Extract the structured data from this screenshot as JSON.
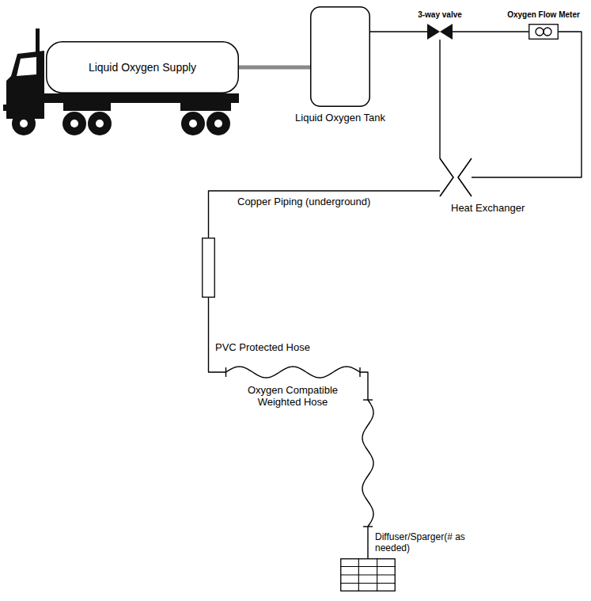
{
  "diagram": {
    "nodes": [
      {
        "text": [
          "Liquid Oxygen Supply"
        ]
      },
      {
        "text": [
          "Liquid Oxygen Tank"
        ]
      },
      {
        "text": [
          "3-way valve"
        ]
      },
      {
        "text": [
          "Oxygen Flow Meter"
        ]
      },
      {
        "text": [
          "Heat Exchanger"
        ]
      },
      {
        "text": [
          "PVC Protected Hose"
        ]
      },
      {
        "text": [
          "Diffuser/Sparger(# as needed)"
        ]
      }
    ],
    "edges": [
      {
        "from": 0,
        "to": 1,
        "arrow": "none"
      },
      {
        "from": 1,
        "to": 2,
        "arrow": "none"
      },
      {
        "from": 2,
        "to": 3,
        "arrow": "none"
      },
      {
        "from": 3,
        "to": 4,
        "arrow": "none"
      },
      {
        "from": 2,
        "to": 4,
        "arrow": "none"
      },
      {
        "from": 4,
        "to": 5,
        "label": "Copper Piping (underground)",
        "arrow": "none"
      },
      {
        "from": 5,
        "to": 6,
        "label": "Oxygen Compatible Weighted Hose",
        "arrow": "none"
      }
    ]
  }
}
